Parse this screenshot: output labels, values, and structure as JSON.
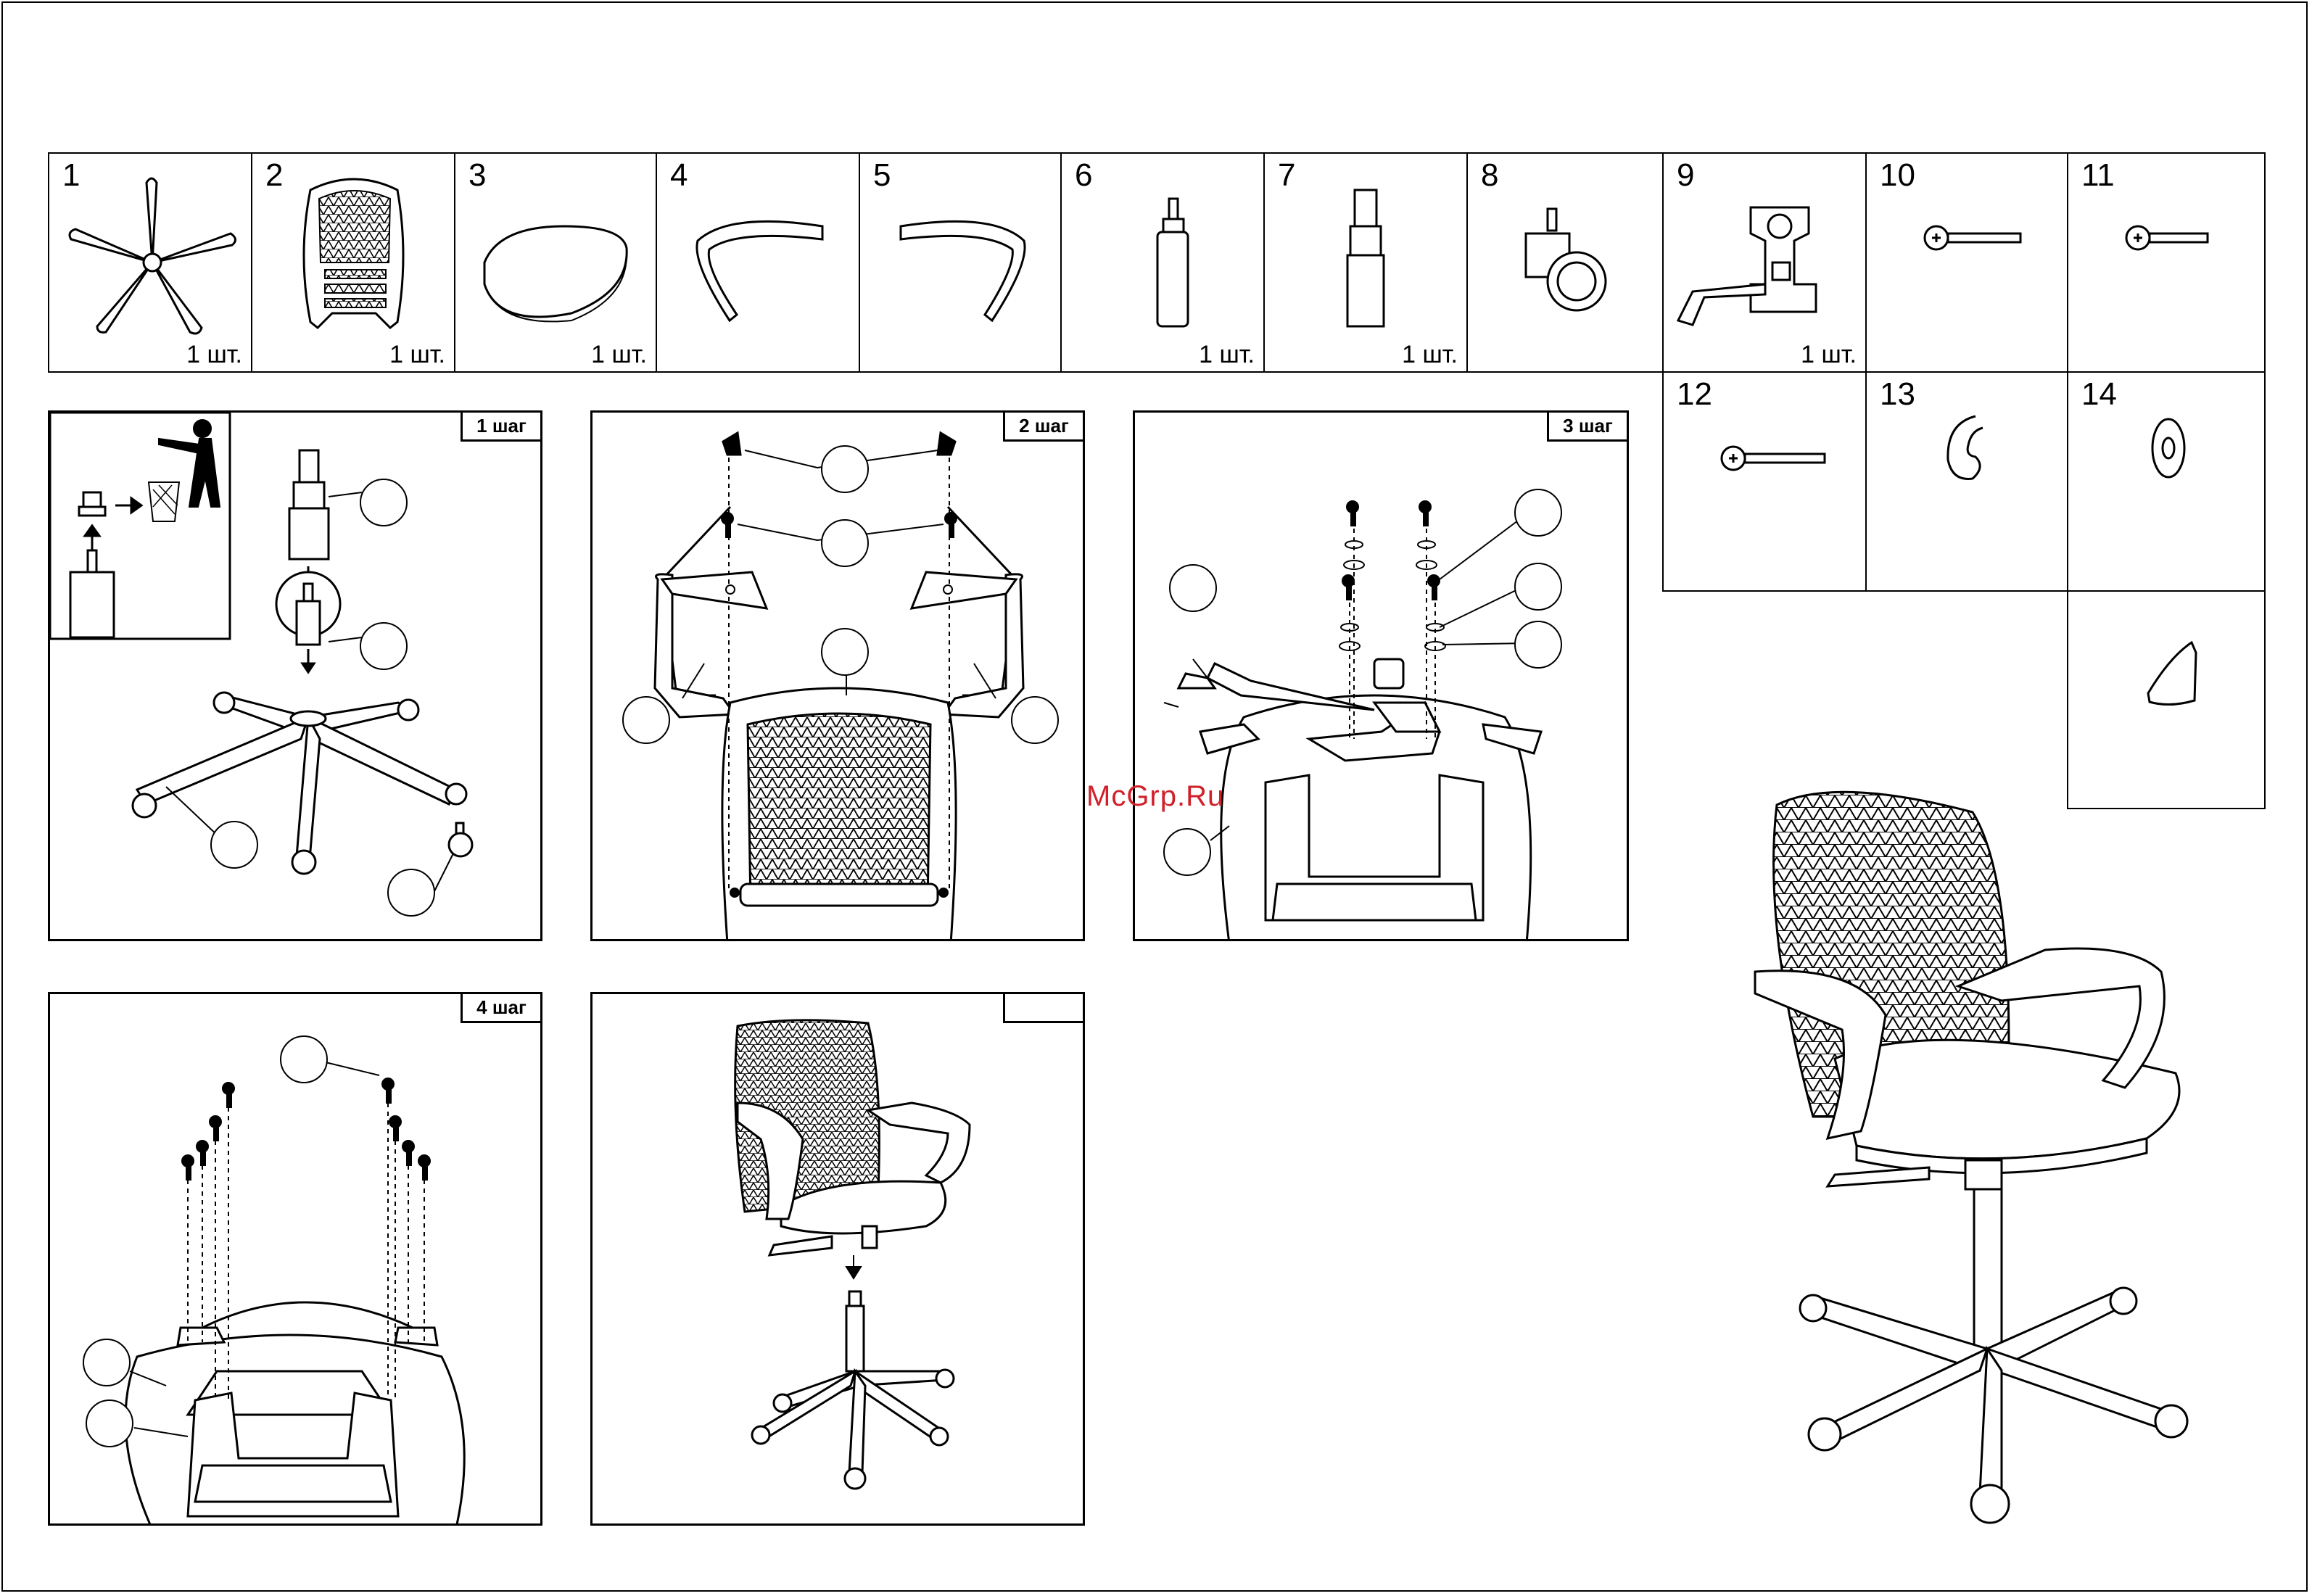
{
  "parts": [
    {
      "num": "1",
      "qty": "1  шт.",
      "icon": "star-base-icon"
    },
    {
      "num": "2",
      "qty": "1  шт.",
      "icon": "mesh-backrest-icon"
    },
    {
      "num": "3",
      "qty": "1  шт.",
      "icon": "seat-cushion-icon"
    },
    {
      "num": "4",
      "qty": "",
      "icon": "left-armrest-icon"
    },
    {
      "num": "5",
      "qty": "",
      "icon": "right-armrest-icon"
    },
    {
      "num": "6",
      "qty": "1  шт.",
      "icon": "gas-lift-icon"
    },
    {
      "num": "7",
      "qty": "1 шт.",
      "icon": "lift-cover-icon"
    },
    {
      "num": "8",
      "qty": "",
      "icon": "caster-icon"
    },
    {
      "num": "9",
      "qty": "1 шт.",
      "icon": "tilt-mechanism-icon"
    },
    {
      "num": "10",
      "qty": "",
      "icon": "bolt-icon"
    },
    {
      "num": "11",
      "qty": "",
      "icon": "short-bolt-icon"
    },
    {
      "num": "12",
      "qty": "",
      "icon": "long-bolt-icon"
    },
    {
      "num": "13",
      "qty": "",
      "icon": "spring-washer-icon"
    },
    {
      "num": "14",
      "qty": "",
      "icon": "flat-washer-icon"
    },
    {
      "num": "",
      "qty": "",
      "icon": "armrest-cap-icon"
    }
  ],
  "steps": [
    {
      "label": "1 шаг"
    },
    {
      "label": "2 шаг"
    },
    {
      "label": "3 шаг"
    },
    {
      "label": "4 шаг"
    },
    {
      "label": ""
    }
  ],
  "watermark": "McGrp.Ru"
}
